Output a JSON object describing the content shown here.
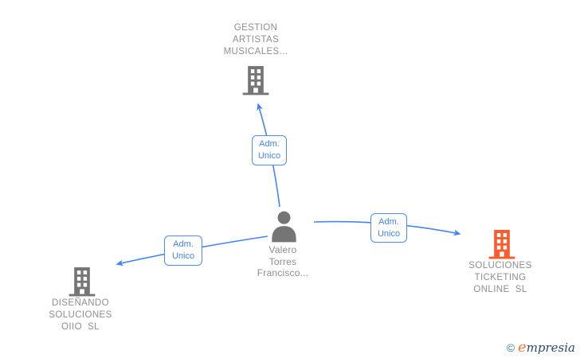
{
  "diagram": {
    "nodes": {
      "company_top": {
        "icon": "building-icon",
        "label_lines": [
          "GESTION",
          "ARTISTAS",
          "MUSICALES..."
        ],
        "color": "#757575"
      },
      "person": {
        "icon": "person-icon",
        "label_lines": [
          "Valero",
          "Torres",
          "Francisco..."
        ],
        "color": "#757575"
      },
      "company_left": {
        "icon": "building-icon",
        "label_lines": [
          "DISEÑANDO",
          "SOLUCIONES",
          "OIIO  SL"
        ],
        "color": "#757575"
      },
      "company_right": {
        "icon": "building-icon",
        "label_lines": [
          "SOLUCIONES",
          "TICKETING",
          "ONLINE  SL"
        ],
        "color": "#f95b2b"
      }
    },
    "edges": [
      {
        "from": "person",
        "to": "company_top",
        "label_lines": [
          "Adm.",
          "Unico"
        ]
      },
      {
        "from": "person",
        "to": "company_left",
        "label_lines": [
          "Adm.",
          "Unico"
        ]
      },
      {
        "from": "person",
        "to": "company_right",
        "label_lines": [
          "Adm.",
          "Unico"
        ]
      }
    ],
    "colors": {
      "edge_blue": "#4285f4",
      "node_gray": "#757575",
      "node_orange": "#f95b2b",
      "label_gray": "#8e8e8e"
    }
  },
  "footer": {
    "copyright_symbol": "©",
    "brand_initial": "e",
    "brand_rest": "mpresia"
  }
}
